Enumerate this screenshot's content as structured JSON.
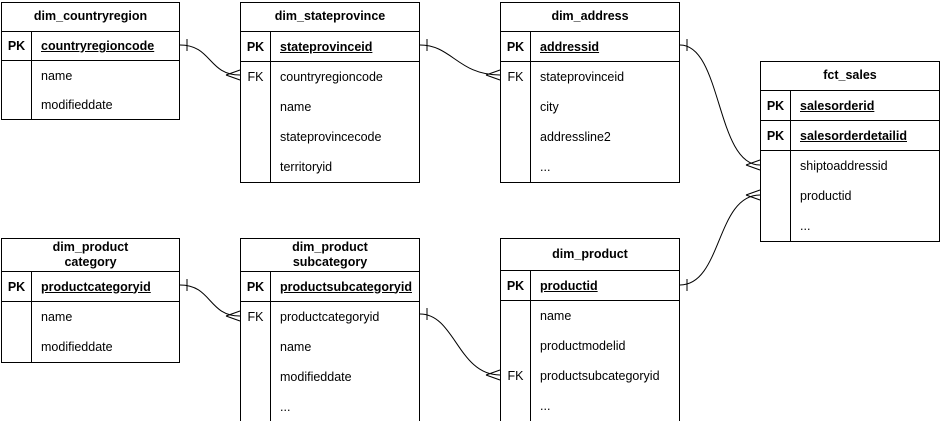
{
  "diagram": {
    "type": "entity-relationship-diagram",
    "notation": "crow-foot",
    "colors": {
      "background": "#ffffff",
      "line": "#000000",
      "text": "#000000",
      "table_fill": "#ffffff"
    }
  },
  "tables": [
    {
      "id": "dim_countryregion",
      "title": "dim_countryregion",
      "rows": [
        {
          "key": "PK",
          "field": "countryregioncode",
          "is_pk": true
        },
        {
          "key": "",
          "field": "name",
          "is_pk": false
        },
        {
          "key": "",
          "field": "modifieddate",
          "is_pk": false
        }
      ]
    },
    {
      "id": "dim_stateprovince",
      "title": "dim_stateprovince",
      "rows": [
        {
          "key": "PK",
          "field": "stateprovinceid",
          "is_pk": true
        },
        {
          "key": "FK",
          "field": "countryregioncode",
          "is_pk": false
        },
        {
          "key": "",
          "field": "name",
          "is_pk": false
        },
        {
          "key": "",
          "field": "stateprovincecode",
          "is_pk": false
        },
        {
          "key": "",
          "field": "territoryid",
          "is_pk": false
        }
      ]
    },
    {
      "id": "dim_address",
      "title": "dim_address",
      "rows": [
        {
          "key": "PK",
          "field": "addressid",
          "is_pk": true
        },
        {
          "key": "FK",
          "field": "stateprovinceid",
          "is_pk": false
        },
        {
          "key": "",
          "field": "city",
          "is_pk": false
        },
        {
          "key": "",
          "field": "addressline2",
          "is_pk": false
        },
        {
          "key": "",
          "field": "...",
          "is_pk": false
        }
      ]
    },
    {
      "id": "fct_sales",
      "title": "fct_sales",
      "rows": [
        {
          "key": "PK",
          "field": "salesorderid",
          "is_pk": true
        },
        {
          "key": "PK",
          "field": "salesorderdetailid",
          "is_pk": true
        },
        {
          "key": "",
          "field": "shiptoaddressid",
          "is_pk": false
        },
        {
          "key": "",
          "field": "productid",
          "is_pk": false
        },
        {
          "key": "",
          "field": "...",
          "is_pk": false
        }
      ]
    },
    {
      "id": "dim_productcategory",
      "title": "dim_product\ncategory",
      "rows": [
        {
          "key": "PK",
          "field": "productcategoryid",
          "is_pk": true
        },
        {
          "key": "",
          "field": "name",
          "is_pk": false
        },
        {
          "key": "",
          "field": "modifieddate",
          "is_pk": false
        }
      ]
    },
    {
      "id": "dim_productsubcategory",
      "title": "dim_product\nsubcategory",
      "rows": [
        {
          "key": "PK",
          "field": "productsubcategoryid",
          "is_pk": true
        },
        {
          "key": "FK",
          "field": "productcategoryid",
          "is_pk": false
        },
        {
          "key": "",
          "field": "name",
          "is_pk": false
        },
        {
          "key": "",
          "field": "modifieddate",
          "is_pk": false
        },
        {
          "key": "",
          "field": "...",
          "is_pk": false
        }
      ]
    },
    {
      "id": "dim_product",
      "title": "dim_product",
      "rows": [
        {
          "key": "PK",
          "field": "productid",
          "is_pk": true
        },
        {
          "key": "",
          "field": "name",
          "is_pk": false
        },
        {
          "key": "",
          "field": "productmodelid",
          "is_pk": false
        },
        {
          "key": "FK",
          "field": "productsubcategoryid",
          "is_pk": false
        },
        {
          "key": "",
          "field": "...",
          "is_pk": false
        }
      ]
    }
  ],
  "relations": [
    {
      "from_table": "dim_countryregion",
      "from_field": "countryregioncode",
      "to_table": "dim_stateprovince",
      "to_field": "countryregioncode",
      "cardinality": "one-to-many"
    },
    {
      "from_table": "dim_stateprovince",
      "from_field": "stateprovinceid",
      "to_table": "dim_address",
      "to_field": "stateprovinceid",
      "cardinality": "one-to-many"
    },
    {
      "from_table": "dim_address",
      "from_field": "addressid",
      "to_table": "fct_sales",
      "to_field": "shiptoaddressid",
      "cardinality": "one-to-many"
    },
    {
      "from_table": "dim_product",
      "from_field": "productid",
      "to_table": "fct_sales",
      "to_field": "productid",
      "cardinality": "one-to-many"
    },
    {
      "from_table": "dim_productcategory",
      "from_field": "productcategoryid",
      "to_table": "dim_productsubcategory",
      "to_field": "productcategoryid",
      "cardinality": "one-to-many"
    },
    {
      "from_table": "dim_productsubcategory",
      "from_field": "productsubcategoryid",
      "to_table": "dim_product",
      "to_field": "productsubcategoryid",
      "cardinality": "one-to-many"
    }
  ]
}
